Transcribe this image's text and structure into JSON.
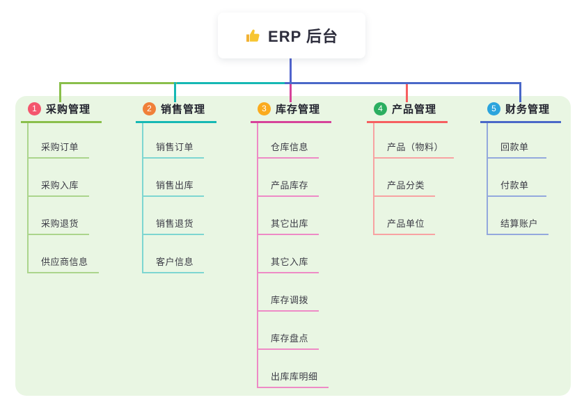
{
  "root": {
    "icon": "thumbs-up",
    "label": "ERP 后台"
  },
  "colors": {
    "page": "#ffffff",
    "panel": "#e9f6e3",
    "trunk": "#5063cd",
    "title_text": "#2d2d3c",
    "branch_text": "#22232e",
    "child_text": "#3b3b45"
  },
  "branches": [
    {
      "num": "1",
      "label": "采购管理",
      "color": "#8abf4b",
      "light": "#abd58c",
      "badge": "#f4566d",
      "items": [
        "采购订单",
        "采购入库",
        "采购退货",
        "供应商信息"
      ]
    },
    {
      "num": "2",
      "label": "销售管理",
      "color": "#16b8b4",
      "light": "#7dd6d1",
      "badge": "#f0803a",
      "items": [
        "销售订单",
        "销售出库",
        "销售退货",
        "客户信息"
      ]
    },
    {
      "num": "3",
      "label": "库存管理",
      "color": "#d6439a",
      "light": "#ee8ac6",
      "badge": "#fbab1e",
      "items": [
        "仓库信息",
        "产品库存",
        "其它出库",
        "其它入库",
        "库存调拨",
        "库存盘点",
        "出库库明细"
      ]
    },
    {
      "num": "4",
      "label": "产品管理",
      "color": "#f65f60",
      "light": "#f8a2a2",
      "badge": "#2bae60",
      "items": [
        "产品（物料）",
        "产品分类",
        "产品单位"
      ]
    },
    {
      "num": "5",
      "label": "财务管理",
      "color": "#4a68c8",
      "light": "#93a8dd",
      "badge": "#2ba4dd",
      "items": [
        "回款单",
        "付款单",
        "结算账户"
      ]
    }
  ]
}
